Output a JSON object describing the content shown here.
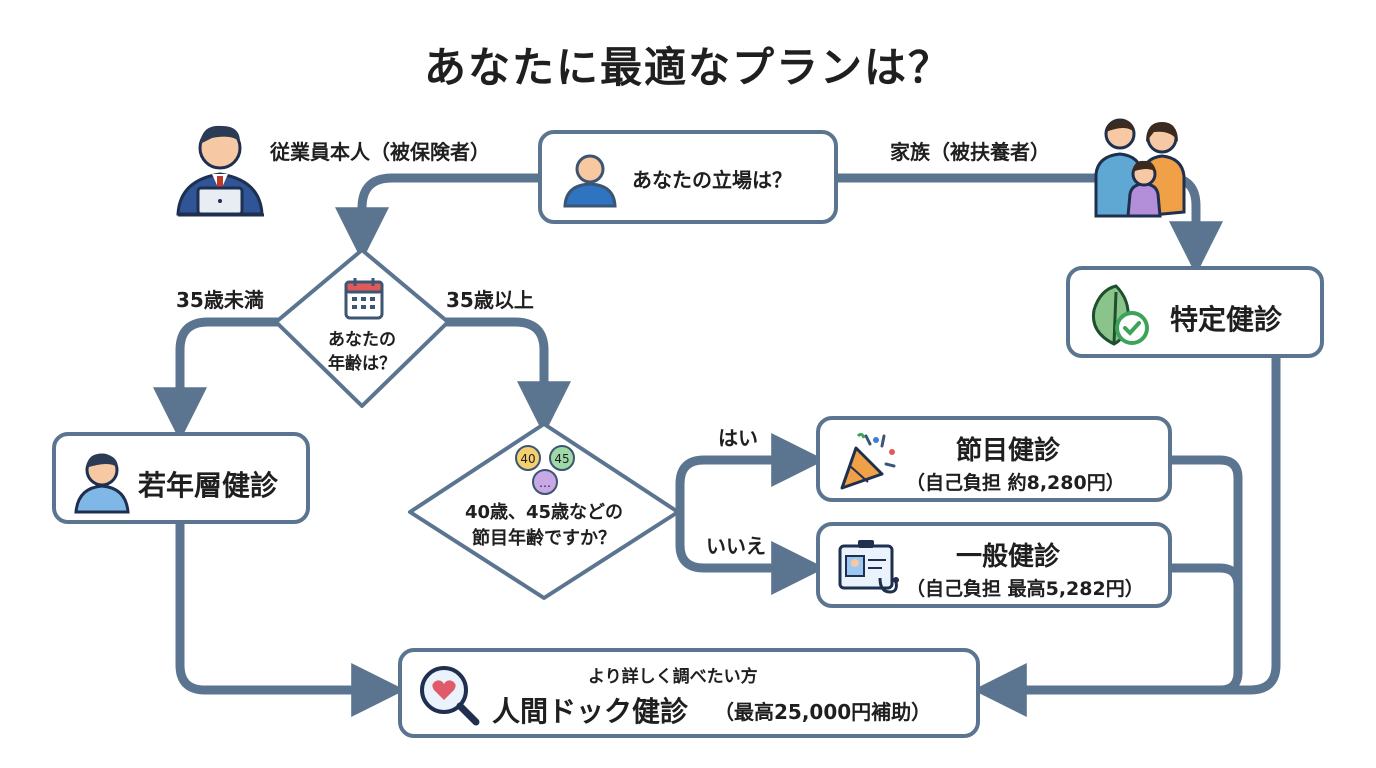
{
  "title": "あなたに最適なプランは？",
  "start": {
    "question": "あなたの立場は？"
  },
  "branches": {
    "employee": "従業員本人（被保険者）",
    "family": "家族（被扶養者）",
    "under35": "35歳未満",
    "over35": "35歳以上",
    "yes": "はい",
    "no": "いいえ"
  },
  "age_question": {
    "line1": "あなたの",
    "line2": "年齢は？"
  },
  "milestone_question": {
    "line1": "40歳、45歳などの",
    "line2": "節目年齢ですか？",
    "badge1": "40",
    "badge2": "45",
    "badge3": "…"
  },
  "plans": {
    "young": "若年層健診",
    "specific": "特定健診",
    "milestone": {
      "name": "節目健診",
      "cost": "（自己負担 約8,280円）"
    },
    "general": {
      "name": "一般健診",
      "cost": "（自己負担 最高5,282円）"
    },
    "dock": {
      "note": "より詳しく調べたい方",
      "name": "人間ドック健診",
      "subsidy": "（最高25,000円補助）"
    }
  },
  "colors": {
    "line": "#5b7590",
    "border": "#5b7590",
    "accent_green": "#3ea35a",
    "icon_blue": "#2f6fb3"
  }
}
